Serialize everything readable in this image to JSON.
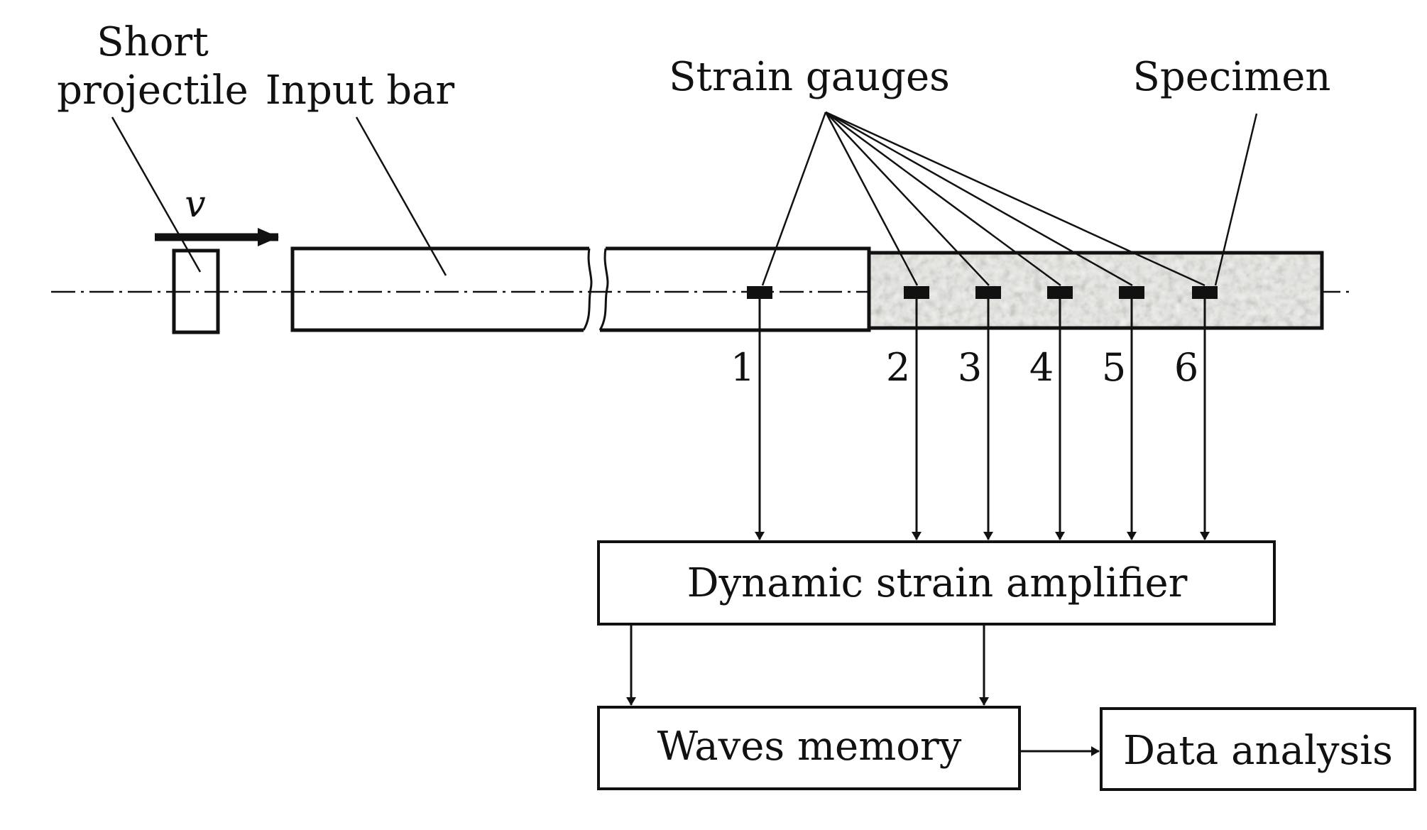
{
  "labels": {
    "short_projectile_line1": "Short",
    "short_projectile_line2": "projectile",
    "velocity": "v",
    "input_bar": "Input bar",
    "strain_gauges": "Strain gauges",
    "specimen": "Specimen"
  },
  "gauges": [
    "1",
    "2",
    "3",
    "4",
    "5",
    "6"
  ],
  "boxes": {
    "amplifier": "Dynamic strain amplifier",
    "memory": "Waves memory",
    "analysis": "Data analysis"
  },
  "colors": {
    "ink": "#111111",
    "specimen_fill": "#c9c9c4"
  }
}
